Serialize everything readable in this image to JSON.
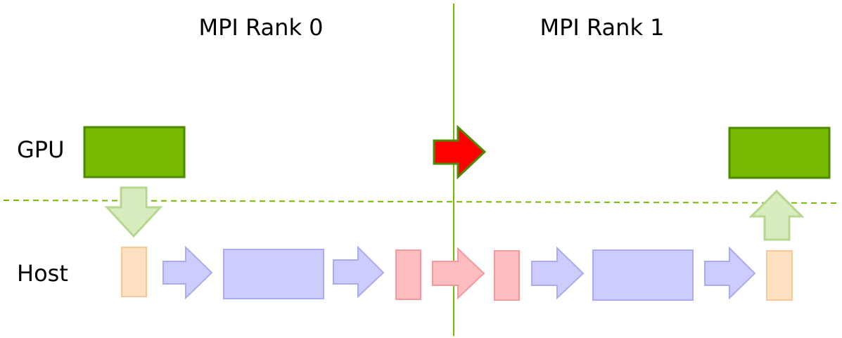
{
  "headers": {
    "rank0": "MPI Rank 0",
    "rank1": "MPI Rank 1"
  },
  "rows": {
    "gpu": "GPU",
    "host": "Host"
  },
  "colors": {
    "gpu_fill": "#76b900",
    "gpu_stroke": "#4c8a00",
    "divider": "#76b900",
    "faded_green_fill": "#d8ebbf",
    "faded_green_stroke": "#b5d88c",
    "orange_fill": "#fde0c0",
    "orange_stroke": "#f5c89a",
    "blue_fill": "#cccdfc",
    "blue_stroke": "#a9aaf2",
    "pink_fill": "#fdbdbf",
    "pink_stroke": "#f29a9d",
    "red_fill": "#ff0000",
    "red_stroke": "#4c8a00"
  }
}
